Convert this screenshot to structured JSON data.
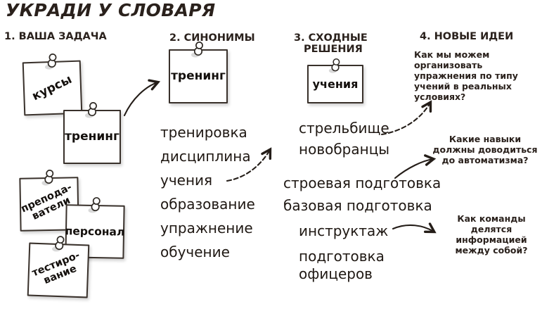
{
  "title": "УКРАДИ У СЛОВАРЯ",
  "colors": {
    "ink": "#241d18",
    "note_bg": "#ffffff",
    "note_border": "#39312b"
  },
  "icons": {
    "push_pin": "push-pin-icon (white circle pin with shadow)"
  },
  "columns": [
    {
      "header": "1. ВАША ЗАДАЧА",
      "notes": [
        {
          "text": "курсы"
        },
        {
          "text": "тренинг"
        },
        {
          "text": "препода-\nватели"
        },
        {
          "text": "персонал"
        },
        {
          "text": "тестиро-\nвание"
        }
      ]
    },
    {
      "header": "2. СИНОНИМЫ",
      "note": {
        "text": "тренинг"
      },
      "synonyms": [
        "тренировка",
        "дисциплина",
        "учения",
        "образование",
        "упражнение",
        "обучение"
      ]
    },
    {
      "header": "3. СХОДНЫЕ РЕШЕНИЯ",
      "note": {
        "text": "учения"
      },
      "solutions": [
        "стрельбище",
        "новобранцы",
        "строевая подготовка",
        "базовая подготовка",
        "инструктаж",
        "подготовка офицеров"
      ]
    },
    {
      "header": "4. НОВЫЕ ИДЕИ",
      "questions": [
        "Как мы можем организовать упражнения по типу учений в реальных условиях?",
        "Какие навыки должны доводиться до автоматизма?",
        "Как команды делятся информацией между собой?"
      ]
    }
  ],
  "arrows": [
    {
      "style": "solid",
      "from": "note «тренинг» (задача)",
      "to": "note «тренинг» (синонимы)"
    },
    {
      "style": "dashed",
      "from": "учения (синоним)",
      "to": "note «учения» (сходные решения)"
    },
    {
      "style": "dashed",
      "from": "стрельбище",
      "to": "вопрос 1"
    },
    {
      "style": "solid",
      "from": "строевая подготовка",
      "to": "вопрос 2"
    },
    {
      "style": "solid",
      "from": "инструктаж",
      "to": "вопрос 3"
    }
  ]
}
